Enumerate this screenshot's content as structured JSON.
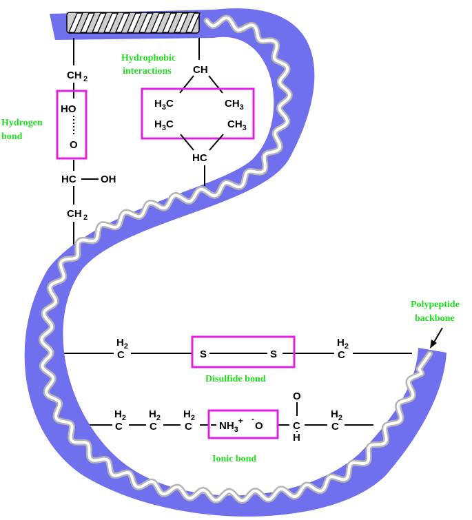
{
  "colors": {
    "ribbon": "#7070ee",
    "backbone_fill": "#ffffff",
    "backbone_edge": "#b4b4b4",
    "box": "#e020e0",
    "label": "#22dd22",
    "bond": "#000000"
  },
  "labels": {
    "hydrophobic_1": "Hydrophobic",
    "hydrophobic_2": "interactions",
    "hydrogen_1": "Hydrogen",
    "hydrogen_2": "bond",
    "polypeptide_1": "Polypeptide",
    "polypeptide_2": "backbone",
    "disulfide": "Disulfide bond",
    "ionic": "Ionic bond"
  },
  "hydrogen_bond": {
    "ch2_top": "CH",
    "ho": "HO",
    "o": "O",
    "hc": "HC",
    "oh": "OH",
    "ch2_bottom": "CH",
    "sub2": "2"
  },
  "hydrophobic": {
    "ch_top": "CH",
    "h3c_1": "H",
    "ch3_1": "CH",
    "h3c_2": "H",
    "ch3_2": "CH",
    "c3": "C",
    "sub3": "3",
    "hc_bottom": "HC"
  },
  "disulfide_bond": {
    "h2_left": "H",
    "c_left": "C",
    "s_left": "S",
    "s_right": "S",
    "h2_right": "H",
    "c_right": "C",
    "sub2": "2"
  },
  "ionic_bond": {
    "h2_1": "H",
    "c_1": "C",
    "h2_2": "H",
    "c_2": "C",
    "h2_3": "H",
    "c_3": "C",
    "nh3": "NH",
    "sub3": "3",
    "plus": "+",
    "minus": "-",
    "o_ion": "O",
    "o_carbonyl": "O",
    "c_carboxyl": "C",
    "h_below": "H",
    "h2_4": "H",
    "c_4": "C",
    "sub2": "2"
  }
}
